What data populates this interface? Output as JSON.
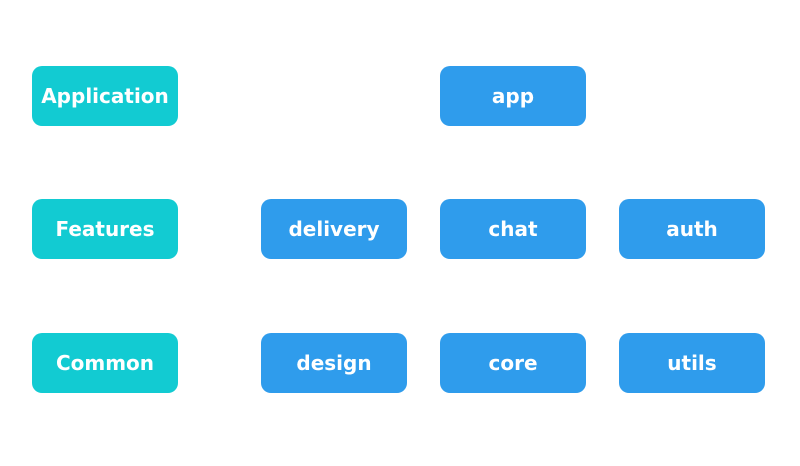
{
  "colors": {
    "layer_box": "#12cbd2",
    "module_box": "#2f9cec",
    "text": "#ffffff",
    "background": "#ffffff"
  },
  "layers": [
    {
      "label": "Application"
    },
    {
      "label": "Features"
    },
    {
      "label": "Common"
    }
  ],
  "modules": {
    "application": [
      {
        "label": "app"
      }
    ],
    "features": [
      {
        "label": "delivery"
      },
      {
        "label": "chat"
      },
      {
        "label": "auth"
      }
    ],
    "common": [
      {
        "label": "design"
      },
      {
        "label": "core"
      },
      {
        "label": "utils"
      }
    ]
  }
}
